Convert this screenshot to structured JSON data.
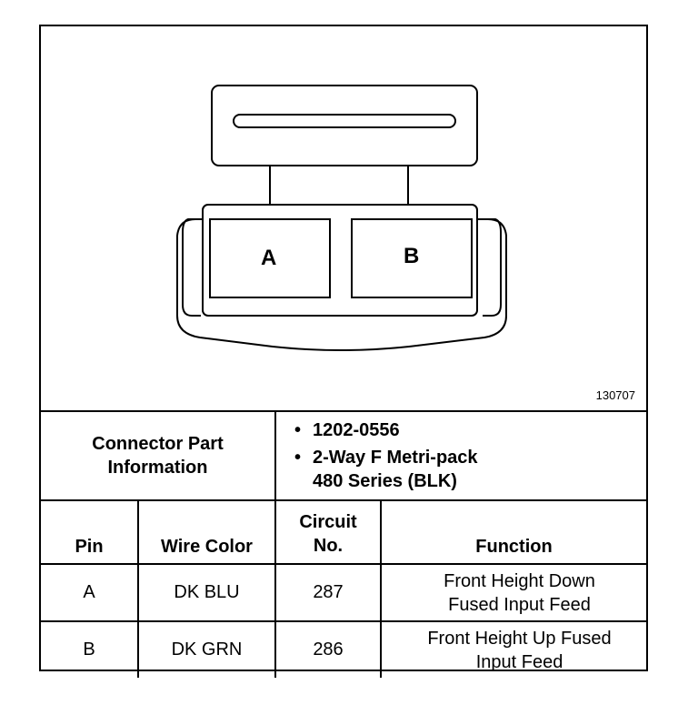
{
  "figure_id": "130707",
  "connector": {
    "pin_labels": [
      "A",
      "B"
    ]
  },
  "part_info": {
    "label_line1": "Connector Part",
    "label_line2": "Information",
    "items": [
      {
        "line1": "1202-0556",
        "line2": ""
      },
      {
        "line1": "2-Way F Metri-pack",
        "line2": "480 Series (BLK)"
      }
    ]
  },
  "columns": {
    "pin": "Pin",
    "wire_color": "Wire Color",
    "circuit_line1": "Circuit",
    "circuit_line2": "No.",
    "function": "Function"
  },
  "rows": [
    {
      "pin": "A",
      "wire_color": "DK BLU",
      "circuit": "287",
      "function_line1": "Front Height Down",
      "function_line2": "Fused Input Feed"
    },
    {
      "pin": "B",
      "wire_color": "DK GRN",
      "circuit": "286",
      "function_line1": "Front Height Up Fused",
      "function_line2": "Input Feed"
    }
  ]
}
